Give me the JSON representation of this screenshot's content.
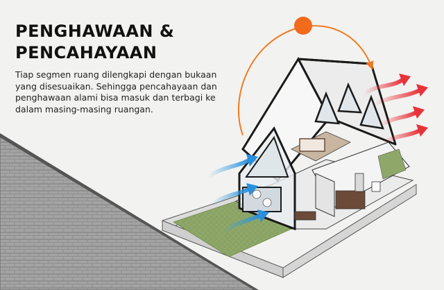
{
  "heading": {
    "line1": "PENGHAWAAN &",
    "line2": "PENCAHAYAAN"
  },
  "description": "Tiap segmen ruang dilengkapi dengan bukaan yang disesuaikan. Sehingga pencahayaan dan penghawaan alami bisa masuk dan terbagi ke dalam masing-masing ruangan.",
  "colors": {
    "background": "#f2f2f0",
    "sun": "#f26b1d",
    "sun_arc": "#f07a22",
    "wind_in": "#3aa0e0",
    "air_out": "#e8323a",
    "lawn": "#8fa86a",
    "roof_tile": "#9a9a9a"
  },
  "icons": {
    "sun": "sun-icon",
    "arc": "sun-path-arrow",
    "wind_in": "wind-arrow-blue",
    "air_out": "air-arrow-red"
  }
}
